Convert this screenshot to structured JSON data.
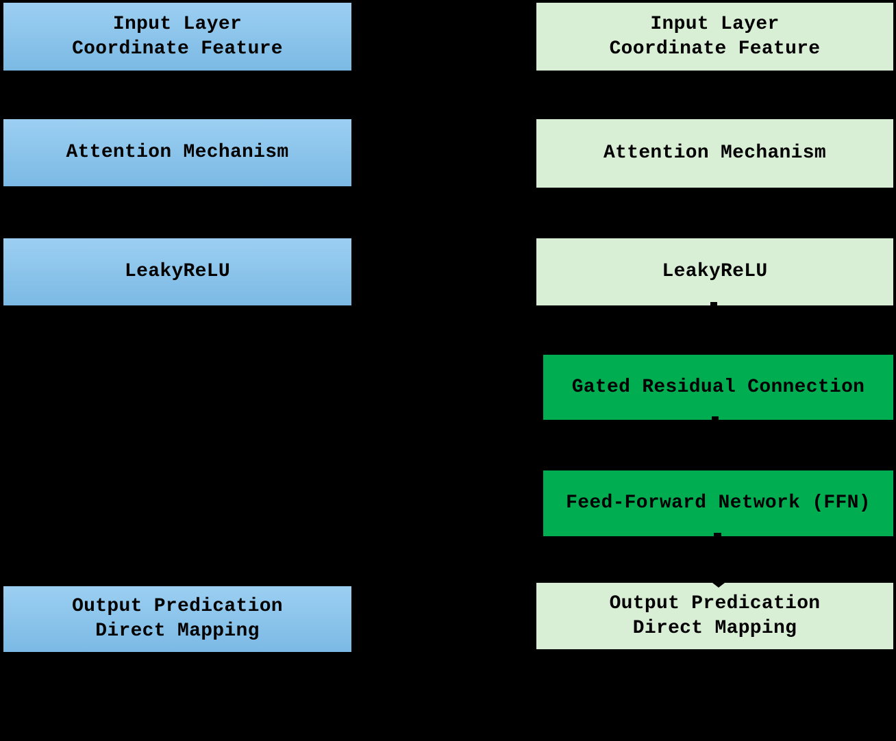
{
  "colors": {
    "background": "#000000",
    "blue_top": "#9ccff2",
    "blue_bottom": "#7bb9e4",
    "light_green": "#d9efd5",
    "dark_green": "#00ad50",
    "text": "#000000",
    "arrow": "#000000"
  },
  "left_column": {
    "boxes": [
      {
        "line1": "Input Layer",
        "line2": "Coordinate Feature"
      },
      {
        "line1": "Attention Mechanism"
      },
      {
        "line1": "LeakyReLU"
      },
      {
        "line1": "Output Predication",
        "line2": "Direct Mapping"
      }
    ]
  },
  "right_column": {
    "boxes": [
      {
        "line1": "Input Layer",
        "line2": "Coordinate Feature"
      },
      {
        "line1": "Attention Mechanism"
      },
      {
        "line1": "LeakyReLU"
      },
      {
        "line1": "Gated Residual Connection"
      },
      {
        "line1": "Feed-Forward Network (FFN)"
      },
      {
        "line1": "Output Predication",
        "line2": "Direct Mapping"
      }
    ]
  }
}
